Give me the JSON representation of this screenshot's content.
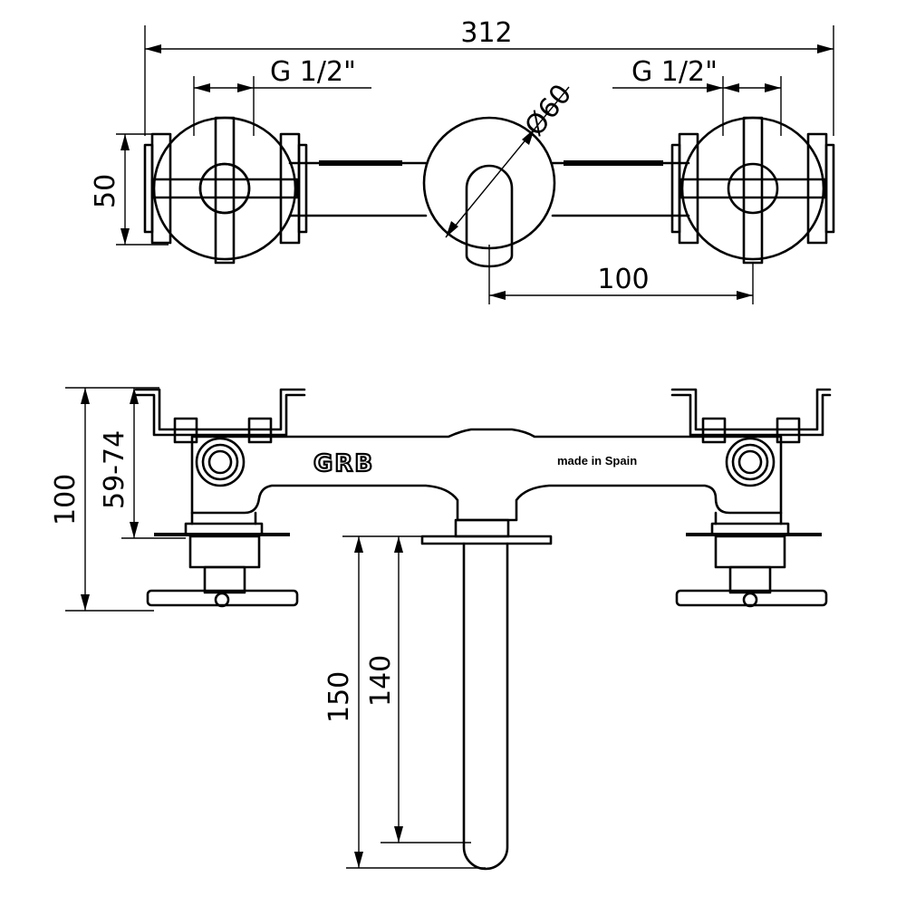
{
  "dimensions": {
    "overall_width": "312",
    "thread_left": "G 1/2\"",
    "thread_right": "G 1/2\"",
    "spout_diameter": "Ø60",
    "height_top_view": "50",
    "spout_offset": "100",
    "projection_total": "100",
    "projection_range": "59-74",
    "spout_length": "150",
    "spout_reach": "140"
  },
  "markings": {
    "brand": "GRB",
    "origin": "made in Spain"
  }
}
